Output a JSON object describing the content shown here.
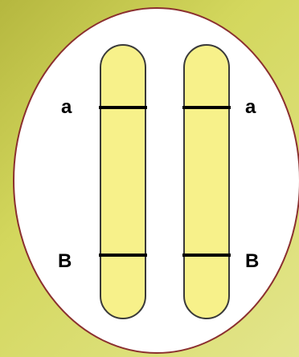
{
  "colors": {
    "background_start": "#b5b73f",
    "background_end": "#e3e58c",
    "oval_fill": "#ffffff",
    "oval_stroke": "#8b2f2f",
    "chromosome_fill": "#f7f18a",
    "chromosome_stroke": "#3a3a3a",
    "band_stroke": "#000000"
  },
  "diagram": {
    "left_chromosome": {
      "upper_label": "a",
      "lower_label": "B"
    },
    "right_chromosome": {
      "upper_label": "a",
      "lower_label": "B"
    }
  }
}
